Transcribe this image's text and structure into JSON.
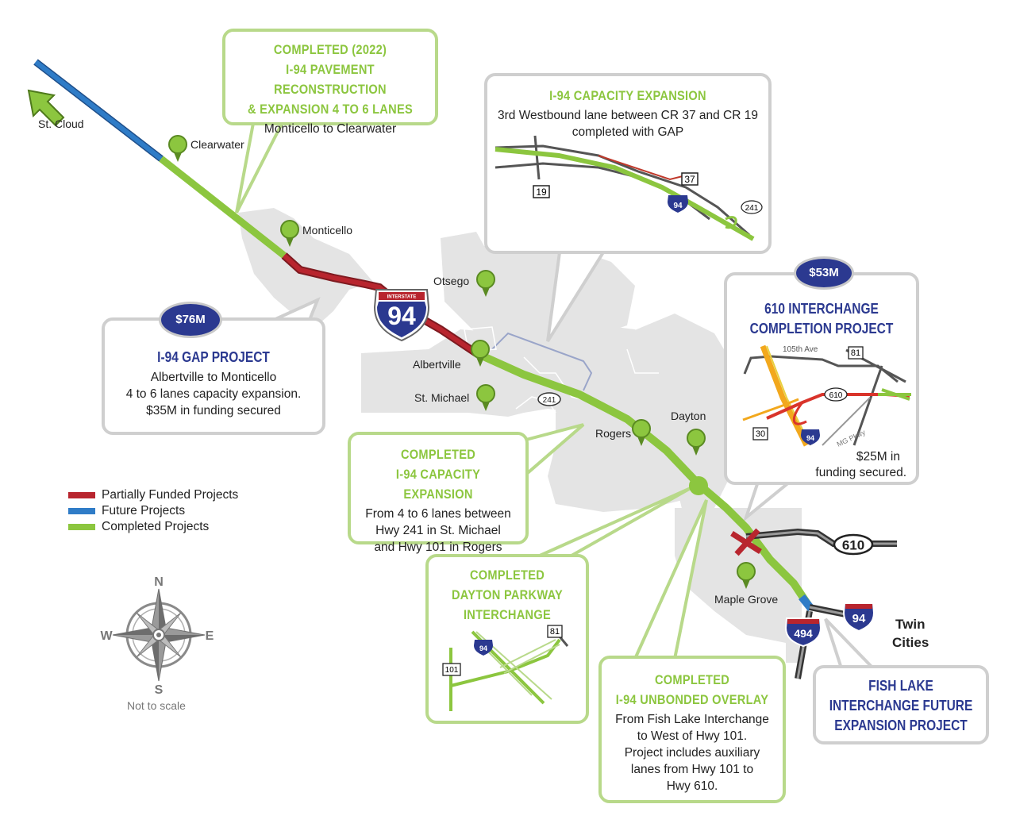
{
  "colors": {
    "partially_funded": "#b8252e",
    "future": "#2f7cc7",
    "completed": "#8cc63f",
    "callout_green": "#b8d98a",
    "callout_gray": "#cfcfcf",
    "interstate_blue": "#2b3990"
  },
  "places": {
    "st_cloud": "St. Cloud",
    "clearwater": "Clearwater",
    "monticello": "Monticello",
    "otsego": "Otsego",
    "albertville": "Albertville",
    "st_michael": "St. Michael",
    "rogers": "Rogers",
    "dayton": "Dayton",
    "maple_grove": "Maple Grove",
    "twin_cities_1": "Twin",
    "twin_cities_2": "Cities"
  },
  "shields": {
    "i94_top": "INTERSTATE",
    "i94_big": "94",
    "hwy241": "241",
    "hwy610": "610",
    "i94_east": "94",
    "i494": "494"
  },
  "callouts": {
    "pavement": {
      "line1": "COMPLETED (2022)",
      "line2": "I-94 PAVEMENT RECONSTRUCTION",
      "line3": "& EXPANSION 4 TO 6 LANES",
      "body": "Monticello to Clearwater"
    },
    "capacity": {
      "title": "I-94 CAPACITY EXPANSION",
      "body1": "3rd Westbound lane between CR 37 and CR 19",
      "body2": "completed with GAP",
      "s37": "37",
      "s19": "19",
      "s94": "94",
      "s241": "241"
    },
    "gap": {
      "badge": "$76M",
      "title": "I-94 GAP PROJECT",
      "body1": "Albertville to Monticello",
      "body2": "4 to 6 lanes capacity expansion.",
      "body3": "$35M in funding secured"
    },
    "interchange610": {
      "badge": "$53M",
      "title1": "610 INTERCHANGE",
      "title2": "COMPLETION PROJECT",
      "street": "105th Ave",
      "s81": "81",
      "s610": "610",
      "s30": "30",
      "s94": "94",
      "pkwy": "MG Pkwy",
      "body1": "$25M in",
      "body2": "funding secured."
    },
    "completed_capacity": {
      "title1": "COMPLETED",
      "title2": "I-94 CAPACITY EXPANSION",
      "body1": "From 4 to 6 lanes between",
      "body2": "Hwy 241 in St. Michael",
      "body3": "and Hwy 101 in Rogers"
    },
    "dayton": {
      "title1": "COMPLETED",
      "title2": "DAYTON PARKWAY",
      "title3": "INTERCHANGE",
      "s94": "94",
      "s81": "81",
      "s101": "101"
    },
    "overlay": {
      "title1": "COMPLETED",
      "title2": "I-94 UNBONDED OVERLAY",
      "body1": "From Fish Lake Interchange",
      "body2": "to West of Hwy 101.",
      "body3": "Project includes auxiliary",
      "body4": "lanes from Hwy 101 to",
      "body5": "Hwy 610."
    },
    "fishlake": {
      "title1": "FISH LAKE",
      "title2": "INTERCHANGE FUTURE",
      "title3": "EXPANSION PROJECT"
    }
  },
  "legend": [
    {
      "label": "Partially Funded Projects",
      "color": "#b8252e"
    },
    {
      "label": "Future Projects",
      "color": "#2f7cc7"
    },
    {
      "label": "Completed Projects",
      "color": "#8cc63f"
    }
  ],
  "compass": {
    "n": "N",
    "s": "S",
    "e": "E",
    "w": "W",
    "note": "Not to scale"
  }
}
